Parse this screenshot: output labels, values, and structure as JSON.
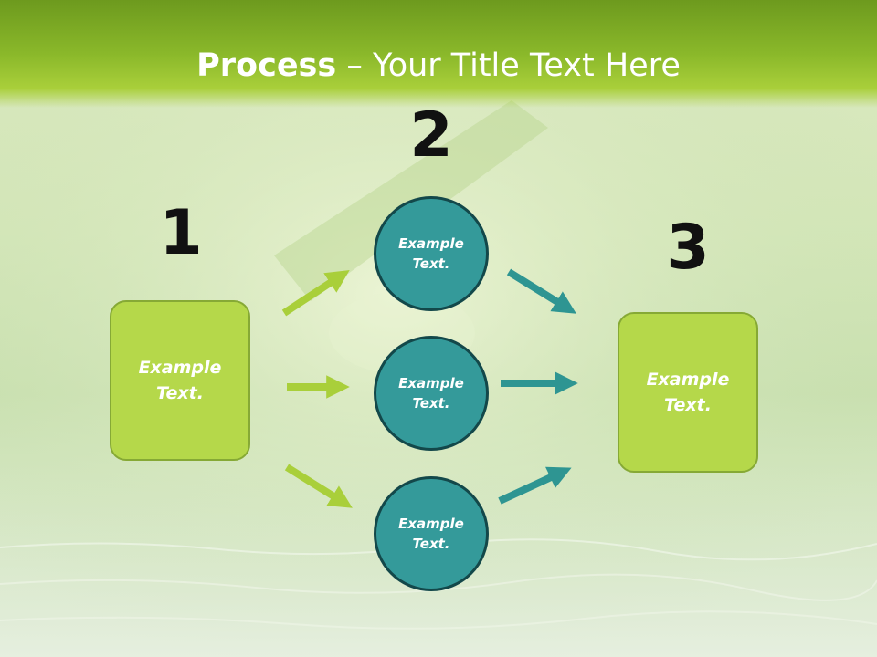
{
  "title": {
    "bold": "Process",
    "rest": " – Your Title Text Here"
  },
  "steps": {
    "one": {
      "number": "1",
      "label_line1": "Example",
      "label_line2": "Text."
    },
    "two": {
      "number": "2"
    },
    "three": {
      "number": "3",
      "label_line1": "Example",
      "label_line2": "Text."
    }
  },
  "circles": [
    {
      "line1": "Example",
      "line2": "Text."
    },
    {
      "line1": "Example",
      "line2": "Text."
    },
    {
      "line1": "Example",
      "line2": "Text."
    }
  ],
  "colors": {
    "title_band": "#8ab82a",
    "green_box": "#b5d84a",
    "green_arrow": "#a9cf3a",
    "teal_circle": "#349a9a",
    "teal_arrow": "#2e9592"
  }
}
